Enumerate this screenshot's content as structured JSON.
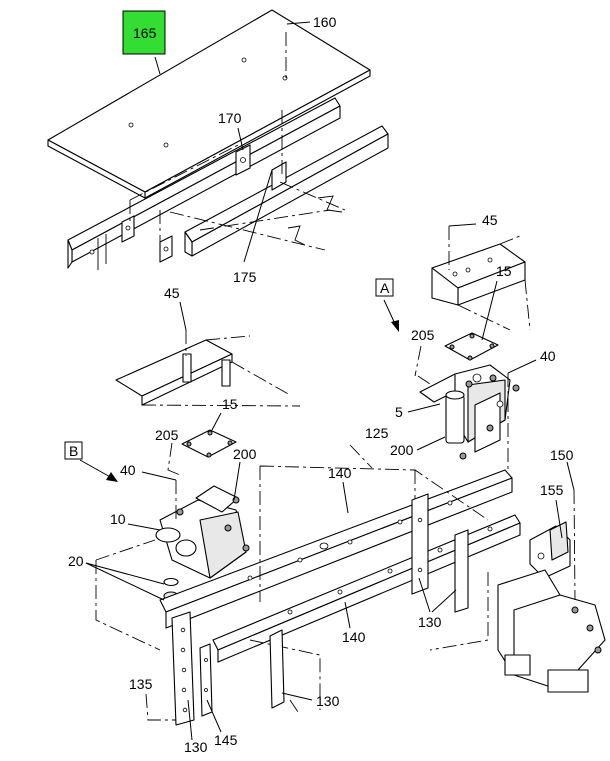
{
  "highlight_color": "#33dd33",
  "callouts": {
    "c165": "165",
    "c160": "160",
    "c170": "170",
    "c175": "175",
    "c45_top": "45",
    "c15_top": "15",
    "c205_top": "205",
    "c40_top": "40",
    "c5": "5",
    "c200_top": "200",
    "c45_left": "45",
    "c15_left": "15",
    "c205_left": "205",
    "c200_left": "200",
    "c40_left": "40",
    "c10": "10",
    "c125": "125",
    "c140_top": "140",
    "c150": "150",
    "c155": "155",
    "c20": "20",
    "c140_bottom": "140",
    "c130_right": "130",
    "c135": "135",
    "c130_mid": "130",
    "c130_bottom": "130",
    "c145": "145"
  },
  "view_refs": {
    "a": "A",
    "b": "B"
  }
}
